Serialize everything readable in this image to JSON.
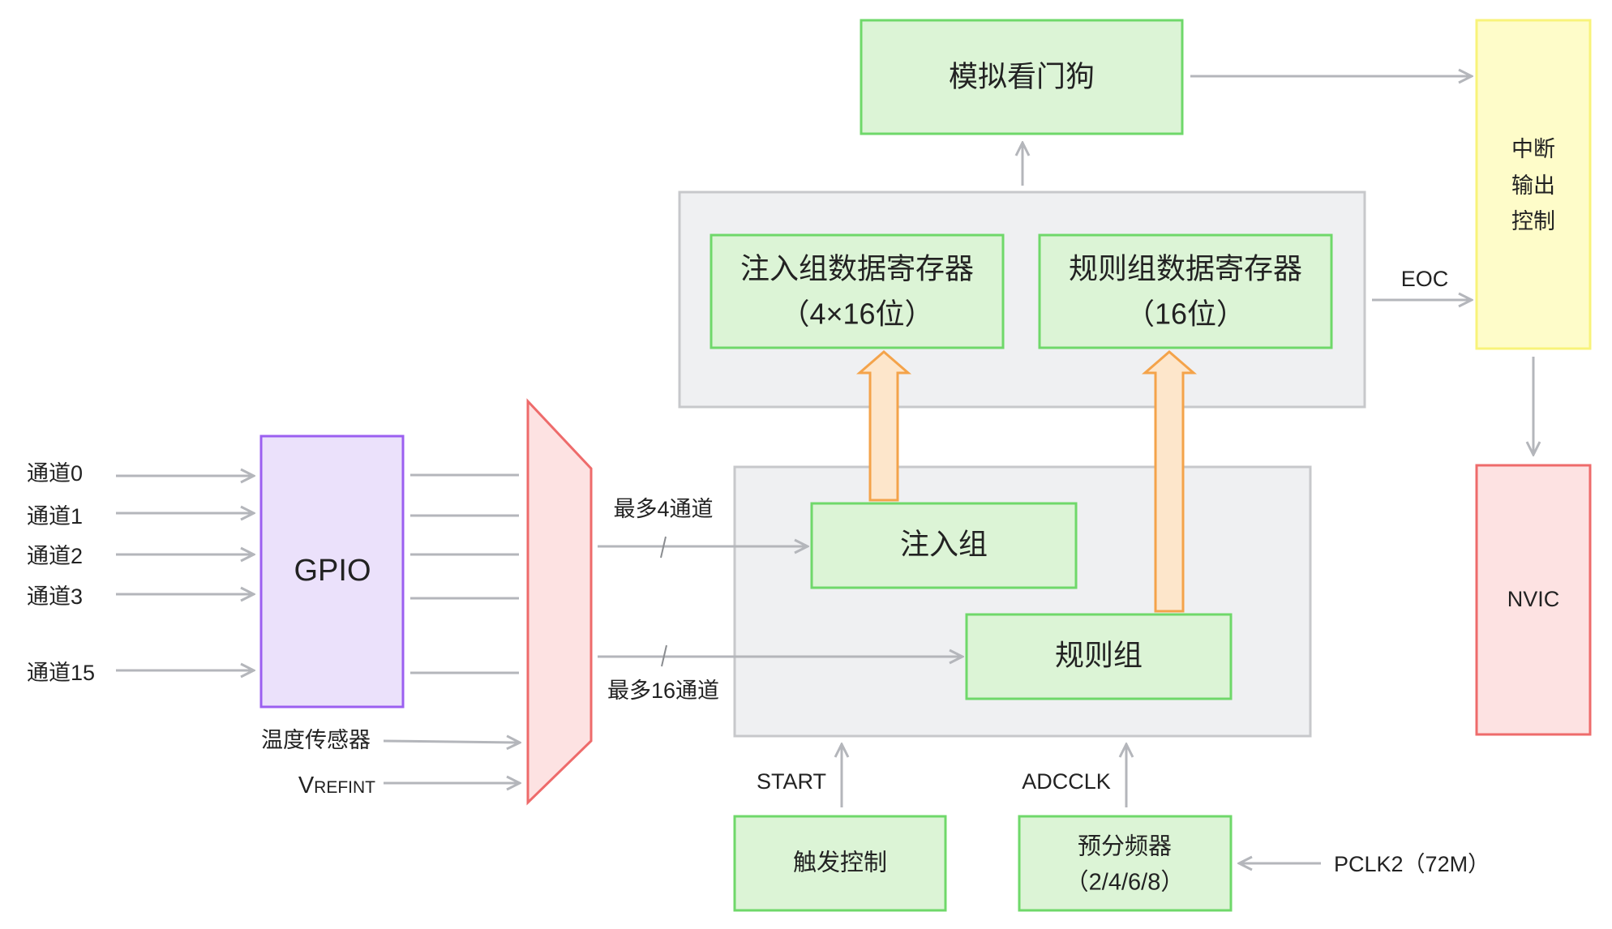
{
  "colors": {
    "green_fill": "#dcf4d6",
    "green_stroke": "#6fd86a",
    "gray_fill": "#eff0f2",
    "gray_stroke": "#c7c8cb",
    "purple_fill": "#ebe1fb",
    "purple_stroke": "#9b5ff0",
    "pink_fill": "#fde2e2",
    "pink_stroke": "#ee6b6b",
    "yellow_fill": "#fefcc9",
    "yellow_stroke": "#f8f37a",
    "orange_fill": "#fde6cb",
    "orange_stroke": "#f4a34a",
    "connector": "#b4b6bb"
  },
  "inputs": {
    "ch0": "通道0",
    "ch1": "通道1",
    "ch2": "通道2",
    "ch3": "通道3",
    "ch15": "通道15",
    "temp_sensor": "温度传感器",
    "vrefint_v": "V",
    "vrefint_rest": "REFINT"
  },
  "gpio": {
    "label": "GPIO"
  },
  "mux_labels": {
    "injected_max": "最多4通道",
    "regular_max": "最多16通道"
  },
  "groups": {
    "injected": "注入组",
    "regular": "规则组"
  },
  "registers": {
    "injected_line1": "注入组数据寄存器",
    "injected_line2": "（4×16位）",
    "regular_line1": "规则组数据寄存器",
    "regular_line2": "（16位）"
  },
  "watchdog": {
    "label": "模拟看门狗"
  },
  "interrupt": {
    "line1": "中断",
    "line2": "输出",
    "line3": "控制"
  },
  "nvic": {
    "label": "NVIC"
  },
  "eoc": {
    "label": "EOC"
  },
  "trigger": {
    "start_label": "START",
    "box_label": "触发控制"
  },
  "prescaler": {
    "adcclk_label": "ADCCLK",
    "line1": "预分频器",
    "line2": "（2/4/6/8）",
    "pclk_label": "PCLK2（72M）"
  }
}
